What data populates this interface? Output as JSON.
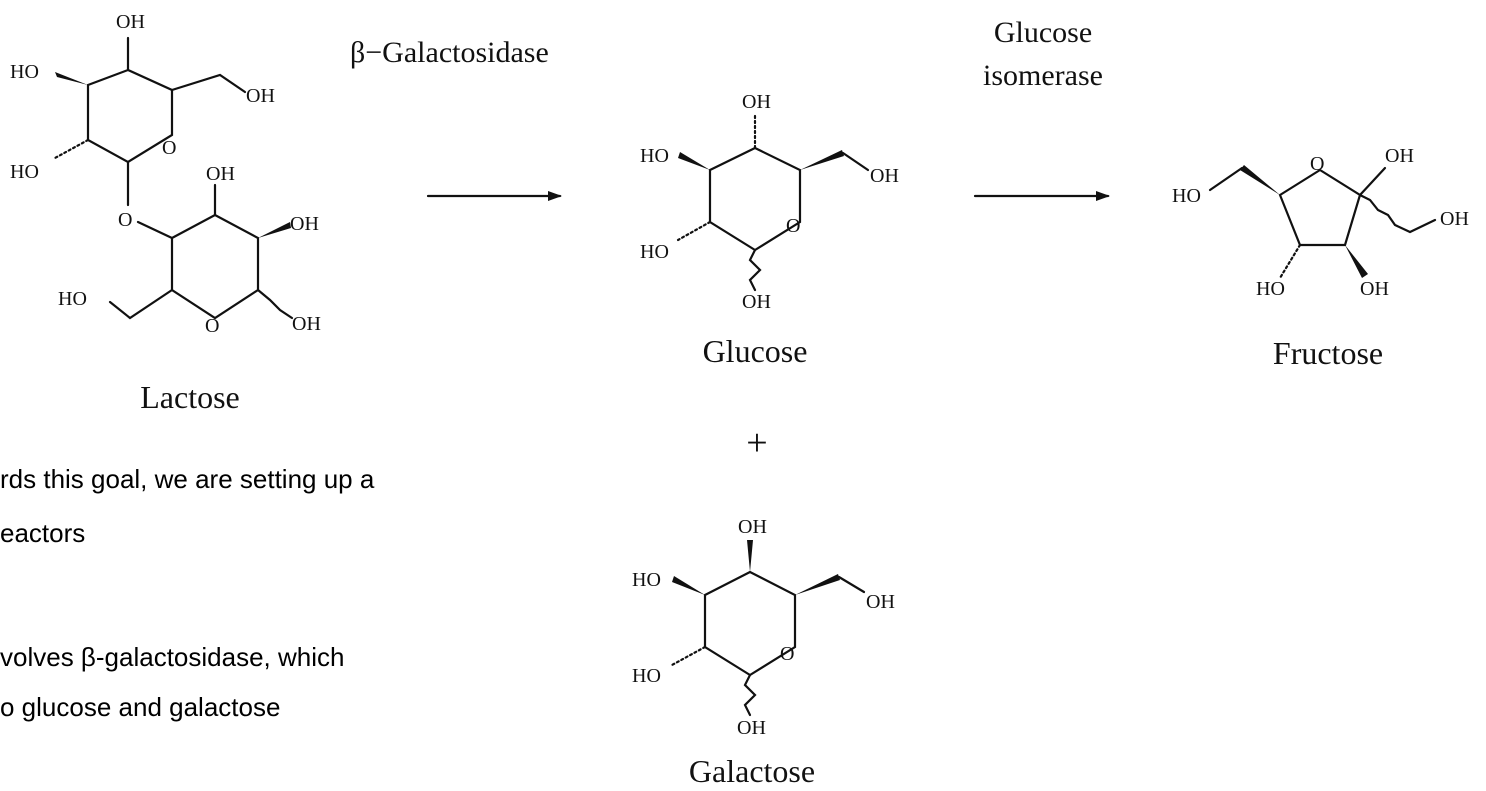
{
  "enzymes": {
    "beta_galactosidase": "β−Galactosidase",
    "glucose_isomerase_line1": "Glucose",
    "glucose_isomerase_line2": "isomerase"
  },
  "compounds": {
    "lactose": "Lactose",
    "glucose": "Glucose",
    "fructose": "Fructose",
    "galactose": "Galactose",
    "plus": "+"
  },
  "atoms": {
    "oh": "OH",
    "ho": "HO",
    "o": "O"
  },
  "slide_text": {
    "line1": "rds this goal, we are setting up a",
    "line2": "eactors",
    "line3": "volves β-galactosidase, which",
    "line4": "o glucose and galactose"
  }
}
